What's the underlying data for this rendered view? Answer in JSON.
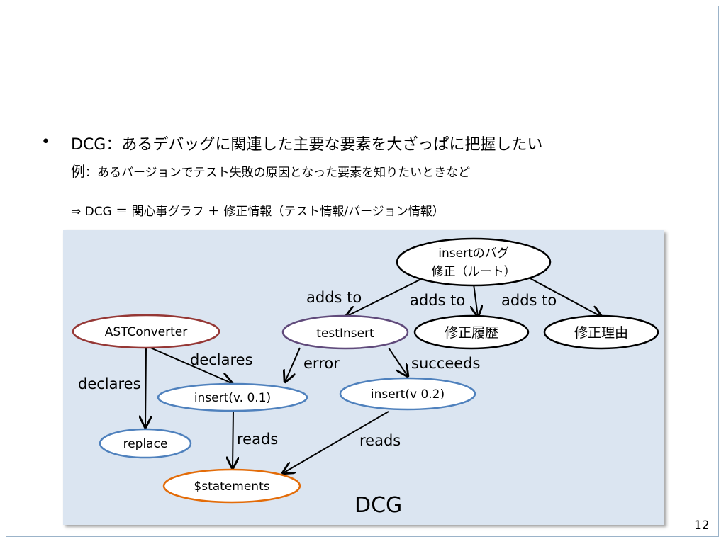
{
  "slide": {
    "bullet_marker": "•",
    "bullet_text": "DCG：あるデバッグに関連した主要な要素を大ざっぱに把握したい",
    "example_label": "例",
    "example_text": "：あるバージョンでテスト失敗の原因となった要素を知りたいときなど",
    "equation": "⇒  DCG  ＝  関心事グラフ  ＋  修正情報（テスト情報/バージョン情報）",
    "diagram_caption": "DCG",
    "page_number": "12"
  },
  "diagram": {
    "nodes": {
      "root_line1": "insertのバグ",
      "root_line2": "修正（ルート）",
      "testinsert": "testInsert",
      "history": "修正履歴",
      "reason": "修正理由",
      "astconverter": "ASTConverter",
      "insert_v01": "insert(v. 0.1)",
      "insert_v02": "insert(v 0.2)",
      "replace": "replace",
      "statements": "$statements"
    },
    "edges": {
      "root_testinsert": "adds to",
      "root_history": "adds to",
      "root_reason": "adds to",
      "ast_insert": "declares",
      "ast_replace": "declares",
      "testinsert_v01": "error",
      "testinsert_v02": "succeeds",
      "v01_statements": "reads",
      "v02_statements": "reads"
    },
    "colors": {
      "panel_background": "#dbe5f1",
      "black_node": "#000000",
      "red_node": "#953735",
      "purple_node": "#604a7b",
      "blue_node": "#4f81bd",
      "orange_node": "#e36c09"
    }
  }
}
